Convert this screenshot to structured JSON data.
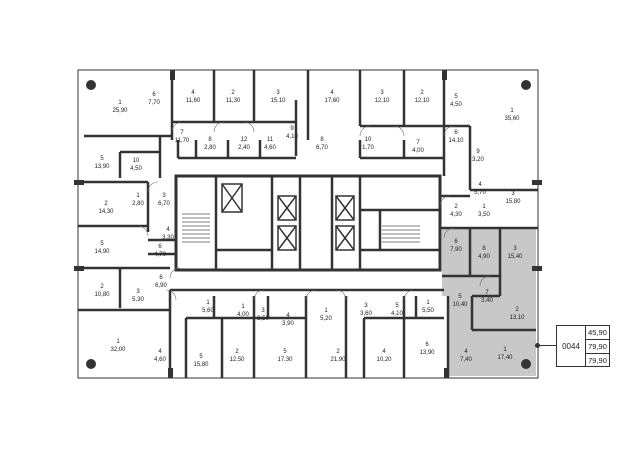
{
  "apartment": {
    "code": "0044",
    "total_area": "45,90",
    "value_2": "79,90",
    "value_3": "79,90",
    "highlight_color": "#c8c8c8"
  },
  "rooms": [
    {
      "id": "r1",
      "num": "1",
      "area": "25,90"
    },
    {
      "id": "r2",
      "num": "6",
      "area": "7,70"
    },
    {
      "id": "r3",
      "num": "4",
      "area": "11,60"
    },
    {
      "id": "r4",
      "num": "2",
      "area": "11,30"
    },
    {
      "id": "r5",
      "num": "3",
      "area": "15,10"
    },
    {
      "id": "r6",
      "num": "4",
      "area": "17,60"
    },
    {
      "id": "r7",
      "num": "3",
      "area": "12,10"
    },
    {
      "id": "r8",
      "num": "2",
      "area": "12,10"
    },
    {
      "id": "r9",
      "num": "5",
      "area": "4,50"
    },
    {
      "id": "r10",
      "num": "1",
      "area": "35,60"
    },
    {
      "id": "r11",
      "num": "7",
      "area": "11,70"
    },
    {
      "id": "r12",
      "num": "8",
      "area": "2,80"
    },
    {
      "id": "r13",
      "num": "12",
      "area": "2,40"
    },
    {
      "id": "r14",
      "num": "11",
      "area": "4,60"
    },
    {
      "id": "r15",
      "num": "9",
      "area": "4,10"
    },
    {
      "id": "r16",
      "num": "8",
      "area": "6,70"
    },
    {
      "id": "r17",
      "num": "10",
      "area": "1,70"
    },
    {
      "id": "r18",
      "num": "7",
      "area": "4,00"
    },
    {
      "id": "r19",
      "num": "6",
      "area": "14,10"
    },
    {
      "id": "r20",
      "num": "9",
      "area": "3,20"
    },
    {
      "id": "r21",
      "num": "5",
      "area": "13,90"
    },
    {
      "id": "r22",
      "num": "10",
      "area": "4,50"
    },
    {
      "id": "r23",
      "num": "4",
      "area": "5,70"
    },
    {
      "id": "r24",
      "num": "3",
      "area": "15,80"
    },
    {
      "id": "r25",
      "num": "1",
      "area": "2,80"
    },
    {
      "id": "r26",
      "num": "3",
      "area": "6,70"
    },
    {
      "id": "r27",
      "num": "2",
      "area": "14,30"
    },
    {
      "id": "r28",
      "num": "2",
      "area": "4,30"
    },
    {
      "id": "r29",
      "num": "1",
      "area": "3,50"
    },
    {
      "id": "r30",
      "num": "4",
      "area": "3,30"
    },
    {
      "id": "r31",
      "num": "5",
      "area": "14,90"
    },
    {
      "id": "r32",
      "num": "6",
      "area": "4,70"
    },
    {
      "id": "r33",
      "num": "6",
      "area": "7,90"
    },
    {
      "id": "r34",
      "num": "8",
      "area": "4,90"
    },
    {
      "id": "r35",
      "num": "3",
      "area": "15,40"
    },
    {
      "id": "r36",
      "num": "2",
      "area": "10,80"
    },
    {
      "id": "r37",
      "num": "6",
      "area": "6,90"
    },
    {
      "id": "r38",
      "num": "3",
      "area": "5,30"
    },
    {
      "id": "r39",
      "num": "1",
      "area": "5,60"
    },
    {
      "id": "r40",
      "num": "1",
      "area": "4,00"
    },
    {
      "id": "r41",
      "num": "3",
      "area": "3,50"
    },
    {
      "id": "r42",
      "num": "4",
      "area": "3,90"
    },
    {
      "id": "r43",
      "num": "1",
      "area": "5,20"
    },
    {
      "id": "r44",
      "num": "3",
      "area": "3,60"
    },
    {
      "id": "r45",
      "num": "5",
      "area": "4,10"
    },
    {
      "id": "r46",
      "num": "1",
      "area": "5,50"
    },
    {
      "id": "r47",
      "num": "5",
      "area": "10,40"
    },
    {
      "id": "r48",
      "num": "7",
      "area": "3,40"
    },
    {
      "id": "r49",
      "num": "2",
      "area": "13,10"
    },
    {
      "id": "r50",
      "num": "1",
      "area": "32,00"
    },
    {
      "id": "r51",
      "num": "4",
      "area": "4,60"
    },
    {
      "id": "r52",
      "num": "5",
      "area": "15,80"
    },
    {
      "id": "r53",
      "num": "2",
      "area": "12,50"
    },
    {
      "id": "r54",
      "num": "5",
      "area": "17,30"
    },
    {
      "id": "r55",
      "num": "2",
      "area": "21,90"
    },
    {
      "id": "r56",
      "num": "4",
      "area": "10,20"
    },
    {
      "id": "r57",
      "num": "6",
      "area": "13,90"
    },
    {
      "id": "r58",
      "num": "4",
      "area": "7,40"
    },
    {
      "id": "r59",
      "num": "1",
      "area": "17,40"
    }
  ]
}
